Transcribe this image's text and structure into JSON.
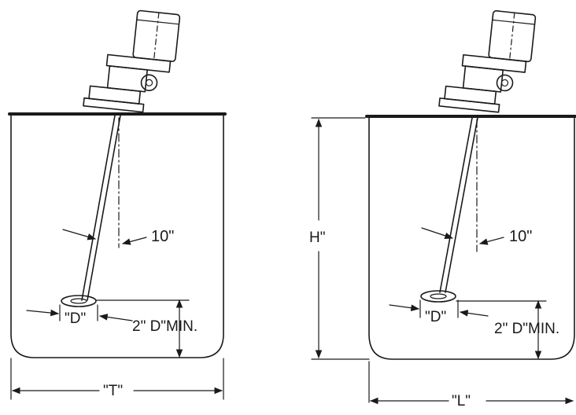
{
  "diagram": {
    "left_tank": {
      "angle_label": "10\"",
      "diameter_label": "\"D\"",
      "clearance_label": "2\" D\"MIN.",
      "width_label": "\"T\""
    },
    "right_tank": {
      "angle_label": "10\"",
      "diameter_label": "\"D\"",
      "clearance_label": "2\" D\"MIN.",
      "height_label": "H\"",
      "width_label": "\"L\""
    }
  },
  "colors": {
    "ink": "#1a1a1a",
    "paper": "#ffffff"
  }
}
